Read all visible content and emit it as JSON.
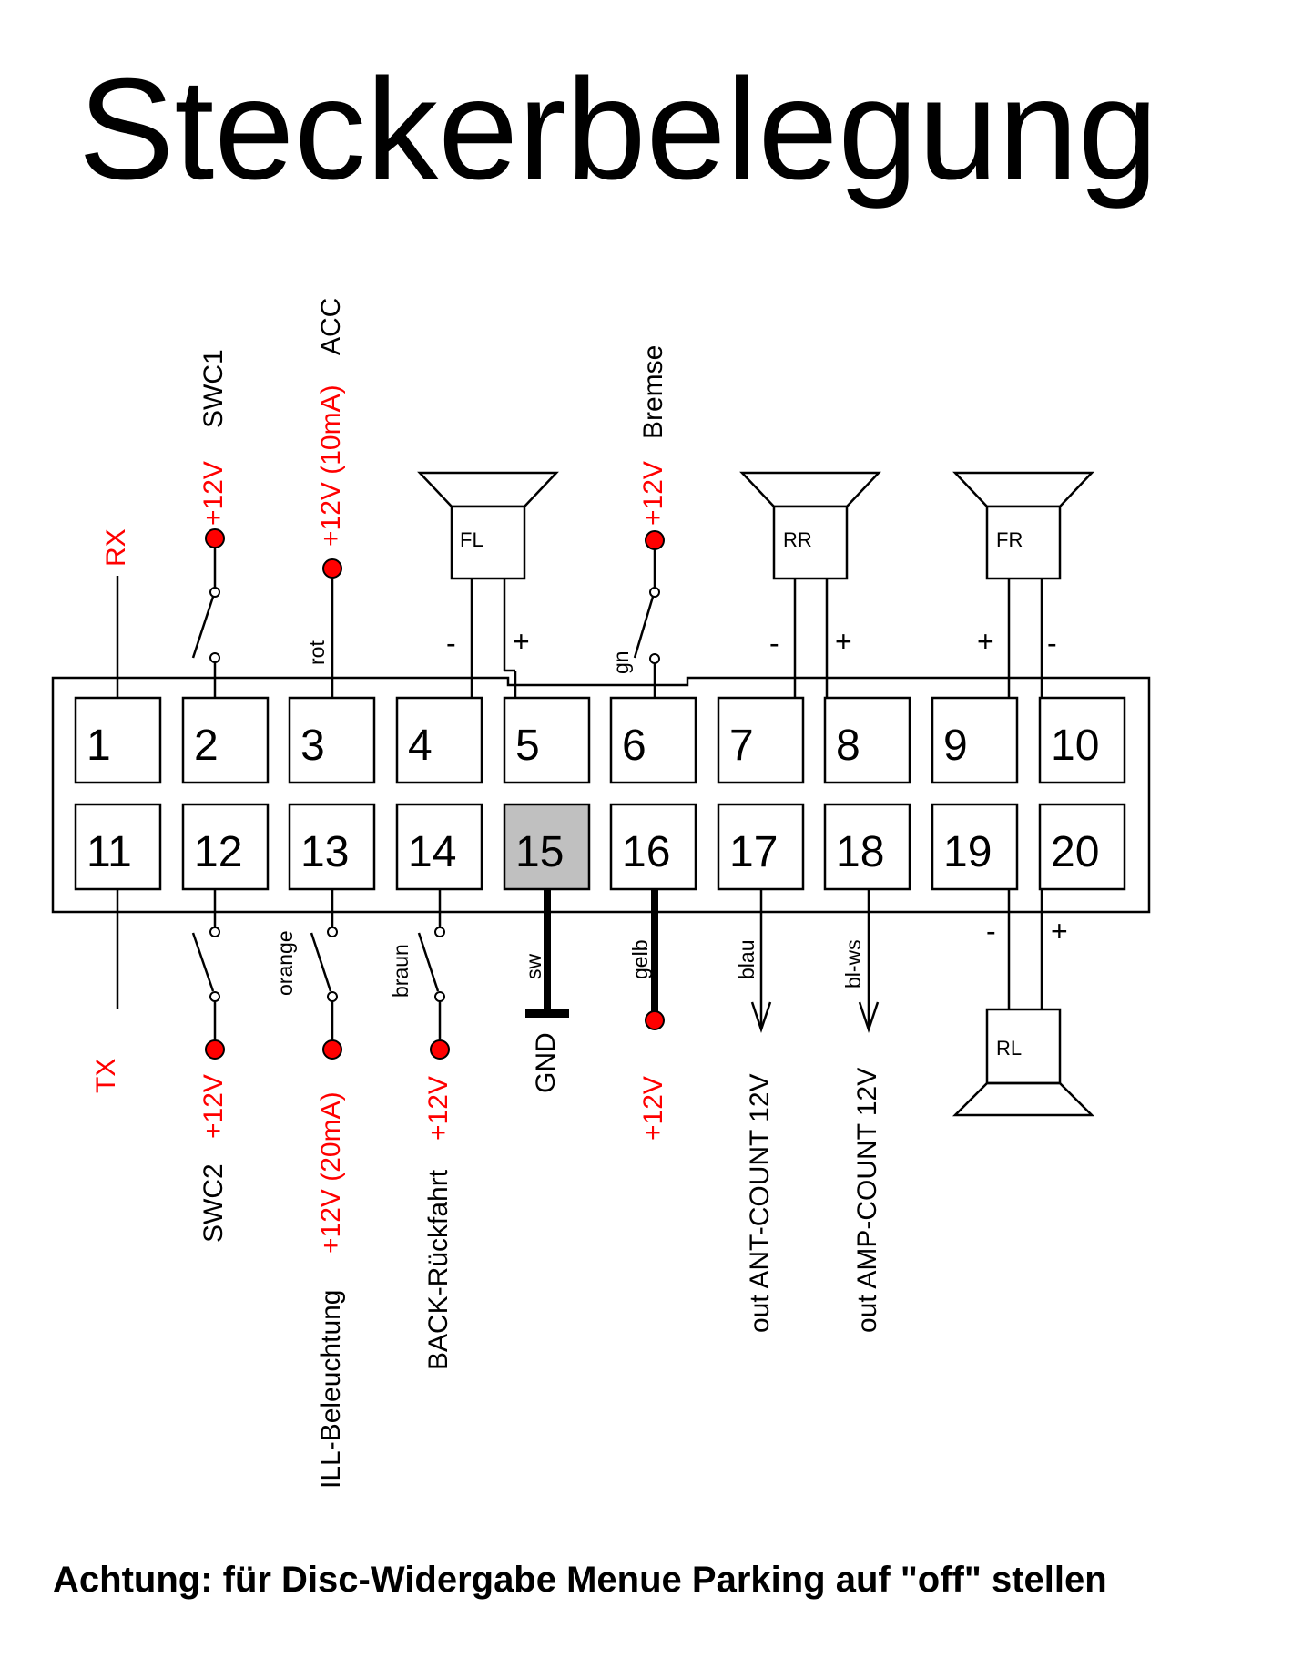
{
  "title": "Steckerbelegung",
  "footer": "Achtung: für Disc-Widergabe Menue Parking auf \"off\" stellen",
  "connector": {
    "top_row": [
      "1",
      "2",
      "3",
      "4",
      "5",
      "6",
      "7",
      "8",
      "9",
      "10"
    ],
    "bottom_row": [
      "11",
      "12",
      "13",
      "14",
      "15",
      "16",
      "17",
      "18",
      "19",
      "20"
    ],
    "highlighted_pin": "15"
  },
  "labels": {
    "rx": "RX",
    "tx": "TX",
    "swc1": "SWC1",
    "swc2": "SWC2",
    "acc": "ACC",
    "bremse": "Bremse",
    "v12": "+12V",
    "v12_10ma": "+12V (10mA)",
    "v12_20ma": "+12V (20mA)",
    "ill": "ILL-Beleuchtung",
    "back": "BACK-Rückfahrt",
    "gnd": "GND",
    "ant": "out ANT-COUNT 12V",
    "amp": "out AMP-COUNT 12V"
  },
  "wire_colors": {
    "rot": "rot",
    "gn": "gn",
    "orange": "orange",
    "braun": "braun",
    "sw": "sw",
    "gelb": "gelb",
    "blau": "blau",
    "bl_ws": "bl-ws"
  },
  "speakers": {
    "fl": "FL",
    "rr": "RR",
    "fr": "FR",
    "rl": "RL"
  },
  "polarity": {
    "plus": "+",
    "minus": "-"
  },
  "colors": {
    "accent_red": "#ff0000",
    "highlight_gray": "#c0c0c0"
  }
}
